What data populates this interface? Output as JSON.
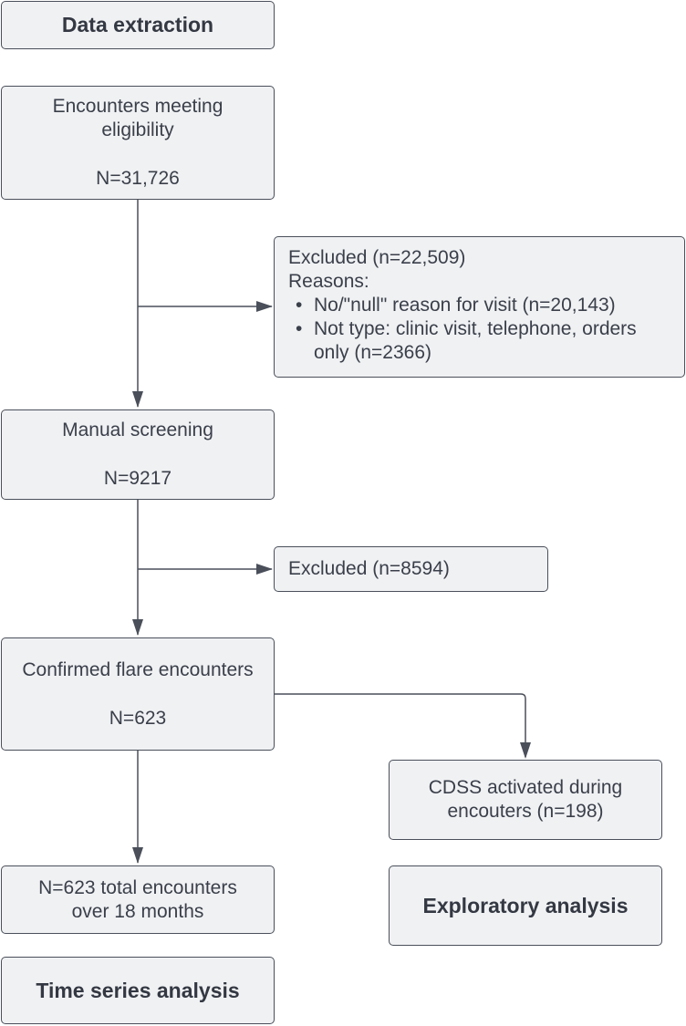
{
  "data_extraction": "Data extraction",
  "eligibility": {
    "line1": "Encounters meeting",
    "line2": "eligibility",
    "count": "N=31,726"
  },
  "excluded_1": {
    "title": "Excluded (n=22,509)",
    "reasons_label": "Reasons:",
    "reasons": [
      "No/\"null\" reason for visit (n=20,143)",
      "Not type: clinic visit, telephone, orders only (n=2366)"
    ]
  },
  "manual_screening": {
    "label": "Manual screening",
    "count": "N=9217"
  },
  "excluded_2": {
    "title": "Excluded (n=8594)"
  },
  "confirmed": {
    "label": "Confirmed flare encounters",
    "count": "N=623"
  },
  "cdss": {
    "line1": "CDSS activated during",
    "line2": "encouters (n=198)"
  },
  "total": {
    "line1": "N=623 total encounters",
    "line2": "over 18 months"
  },
  "exploratory": "Exploratory analysis",
  "time_series": "Time series analysis"
}
